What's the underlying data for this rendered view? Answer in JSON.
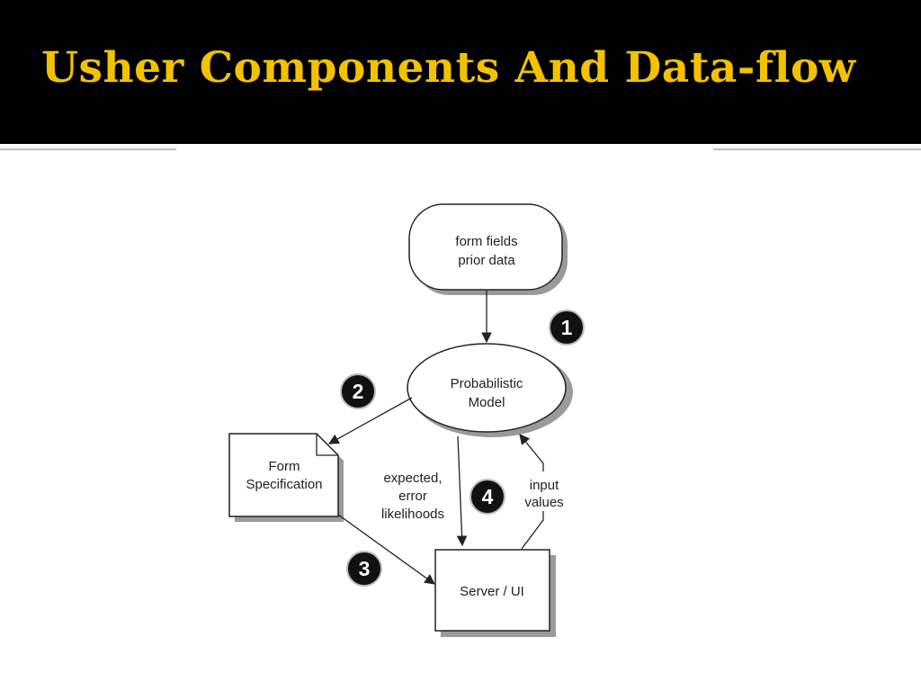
{
  "slide": {
    "title": "Usher  Components And Data-flow"
  },
  "diagram": {
    "nodes": {
      "input_data": [
        "form fields",
        "prior data"
      ],
      "model": [
        "Probabilistic",
        "Model"
      ],
      "form_spec": [
        "Form",
        "Specification"
      ],
      "server": [
        "Server / UI"
      ]
    },
    "edge_labels": {
      "likelihoods": [
        "expected,",
        "error",
        "likelihoods"
      ],
      "input_values": [
        "input",
        "values"
      ]
    },
    "step_markers": [
      "1",
      "2",
      "3",
      "4"
    ]
  },
  "colors": {
    "title_bar": "#000000",
    "title_text": "#f2c200",
    "rule": "#bfbfbf",
    "shape_stroke": "#222222",
    "shadow": "#9a9a9a",
    "marker_fill": "#111111",
    "marker_text": "#ffffff"
  }
}
